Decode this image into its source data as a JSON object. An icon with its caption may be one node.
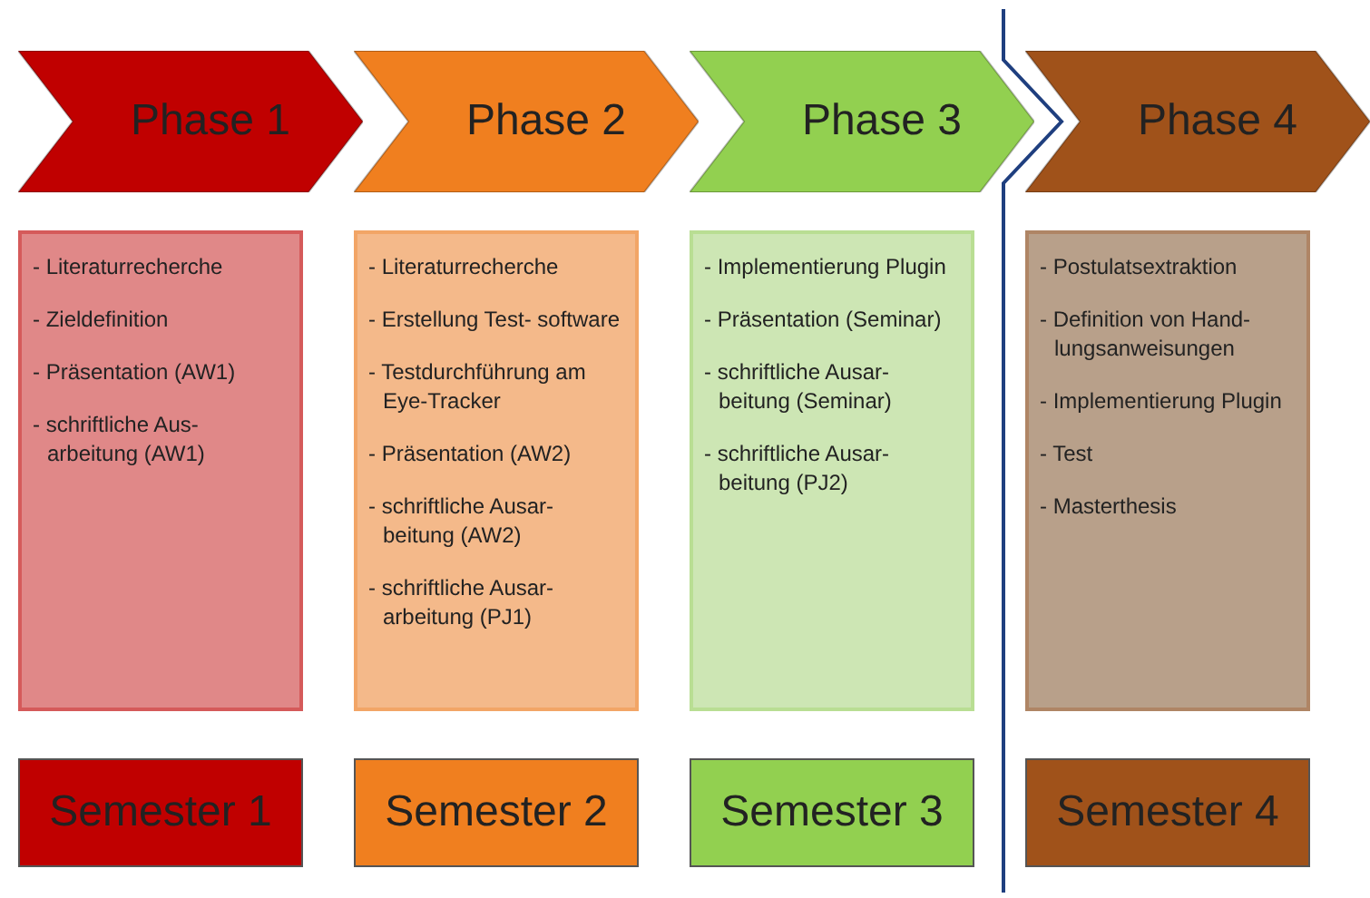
{
  "diagram": {
    "nodes": [
      {
        "text": [
          "Phase 1"
        ]
      },
      {
        "text": [
          "Phase 2"
        ]
      },
      {
        "text": [
          "Phase 3"
        ]
      },
      {
        "text": [
          "Phase 4"
        ]
      },
      {
        "text": [
          "- Literaturrecherche",
          "- Zieldefinition",
          "- Präsentation (AW1)",
          "- schriftliche Aus- arbeitung (AW1)"
        ]
      },
      {
        "text": [
          "- Literaturrecherche",
          "- Erstellung Test- software",
          "- Testdurchführung am Eye-Tracker",
          "- Präsentation (AW2)",
          "- schriftliche Ausar- beitung (AW2)",
          "- schriftliche Ausar- arbeitung (PJ1)"
        ]
      },
      {
        "text": [
          "- Implementierung Plugin",
          "- Präsentation (Seminar)",
          "- schriftliche Ausar- beitung (Seminar)",
          "- schriftliche Ausar- beitung (PJ2)"
        ]
      },
      {
        "text": [
          "- Postulatsextraktion",
          "- Definition von Hand- lungsanweisungen",
          "- Implementierung Plugin",
          "- Test",
          "- Masterthesis"
        ]
      },
      {
        "text": [
          "Semester 1"
        ]
      },
      {
        "text": [
          "Semester 2"
        ]
      },
      {
        "text": [
          "Semester 3"
        ]
      },
      {
        "text": [
          "Semester 4"
        ]
      }
    ]
  }
}
